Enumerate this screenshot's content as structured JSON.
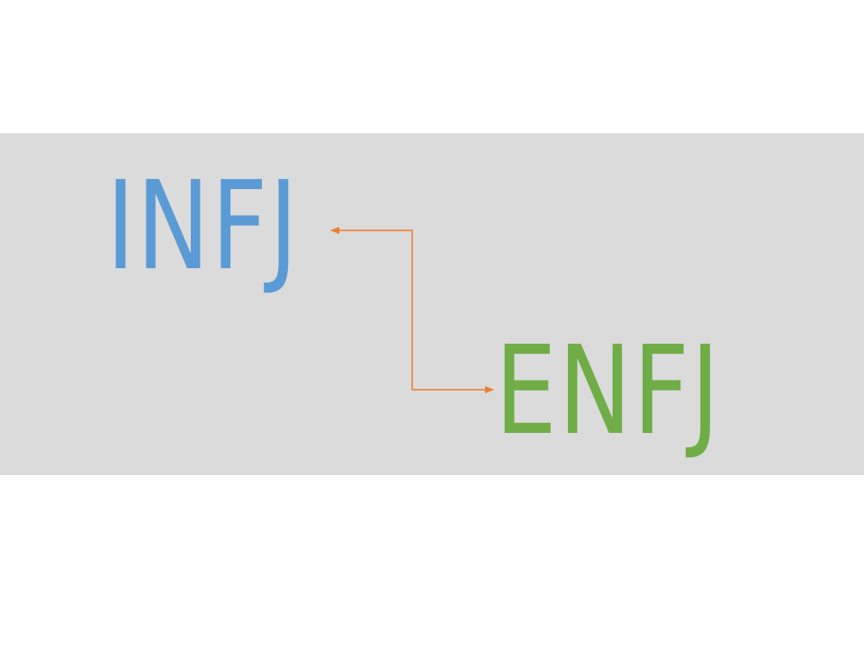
{
  "types": {
    "from": {
      "label": "INFJ",
      "color": "#5b9bd5"
    },
    "to": {
      "label": "ENFJ",
      "color": "#70ad47"
    }
  },
  "connector": {
    "color": "#ed7d31",
    "direction": "bidirectional"
  },
  "background": {
    "band_color": "#dbdbdb",
    "page_color": "#ffffff"
  }
}
